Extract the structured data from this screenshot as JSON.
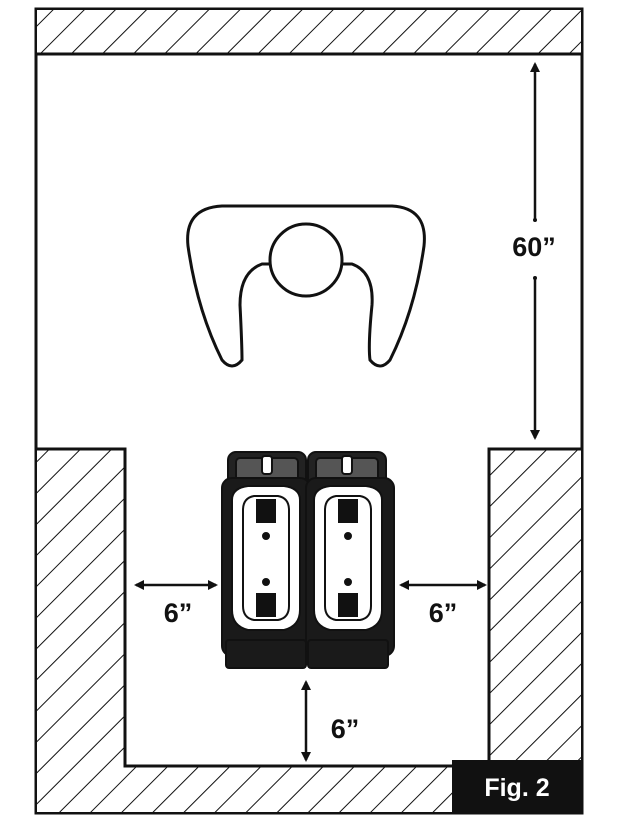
{
  "diagram": {
    "dimensions": {
      "rear_clearance": "60”",
      "left_clearance": "6”",
      "right_clearance": "6”",
      "front_clearance": "6”"
    },
    "figure_label": "Fig. 2"
  },
  "colors": {
    "line": "#111111",
    "background": "#ffffff",
    "label_box": "#111111",
    "label_text": "#ffffff"
  },
  "icons": [
    "person-icon",
    "machine-icon",
    "wall-hatch",
    "dimension-arrow"
  ]
}
